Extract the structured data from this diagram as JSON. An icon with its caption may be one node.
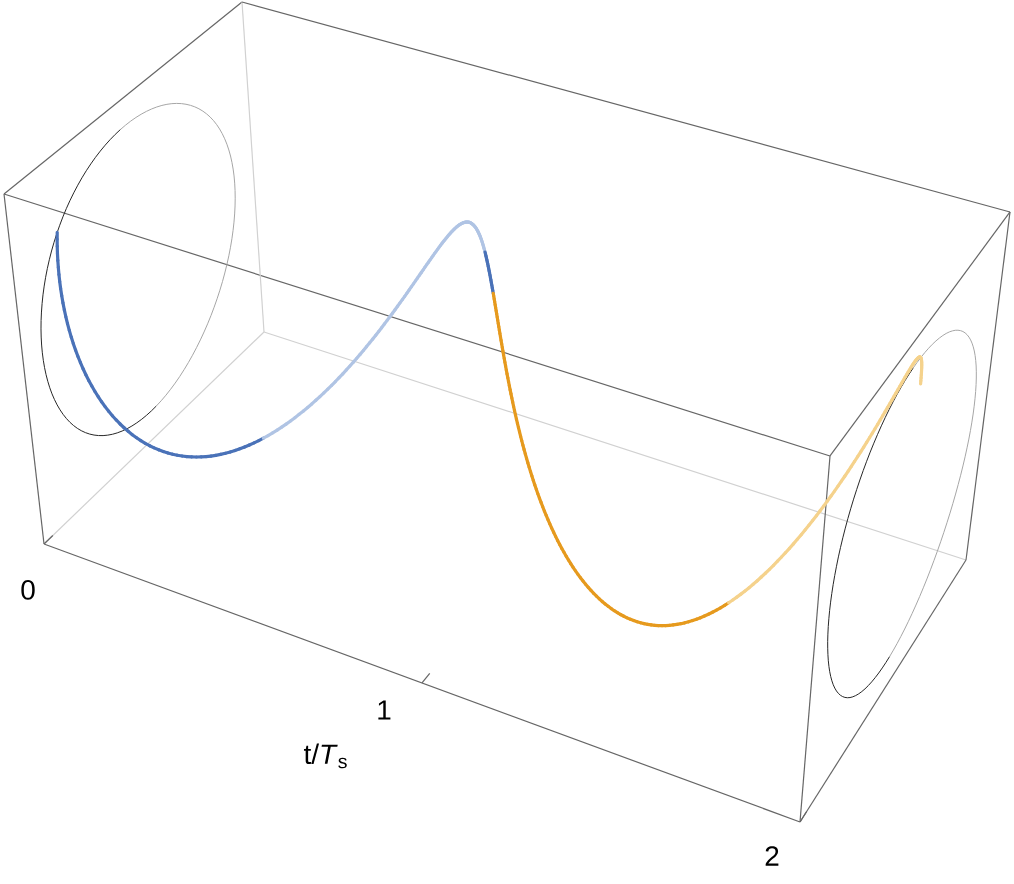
{
  "diagram": {
    "labels": [
      "0",
      "1",
      "2",
      "t/*T*$_{s}$"
    ]
  }
}
